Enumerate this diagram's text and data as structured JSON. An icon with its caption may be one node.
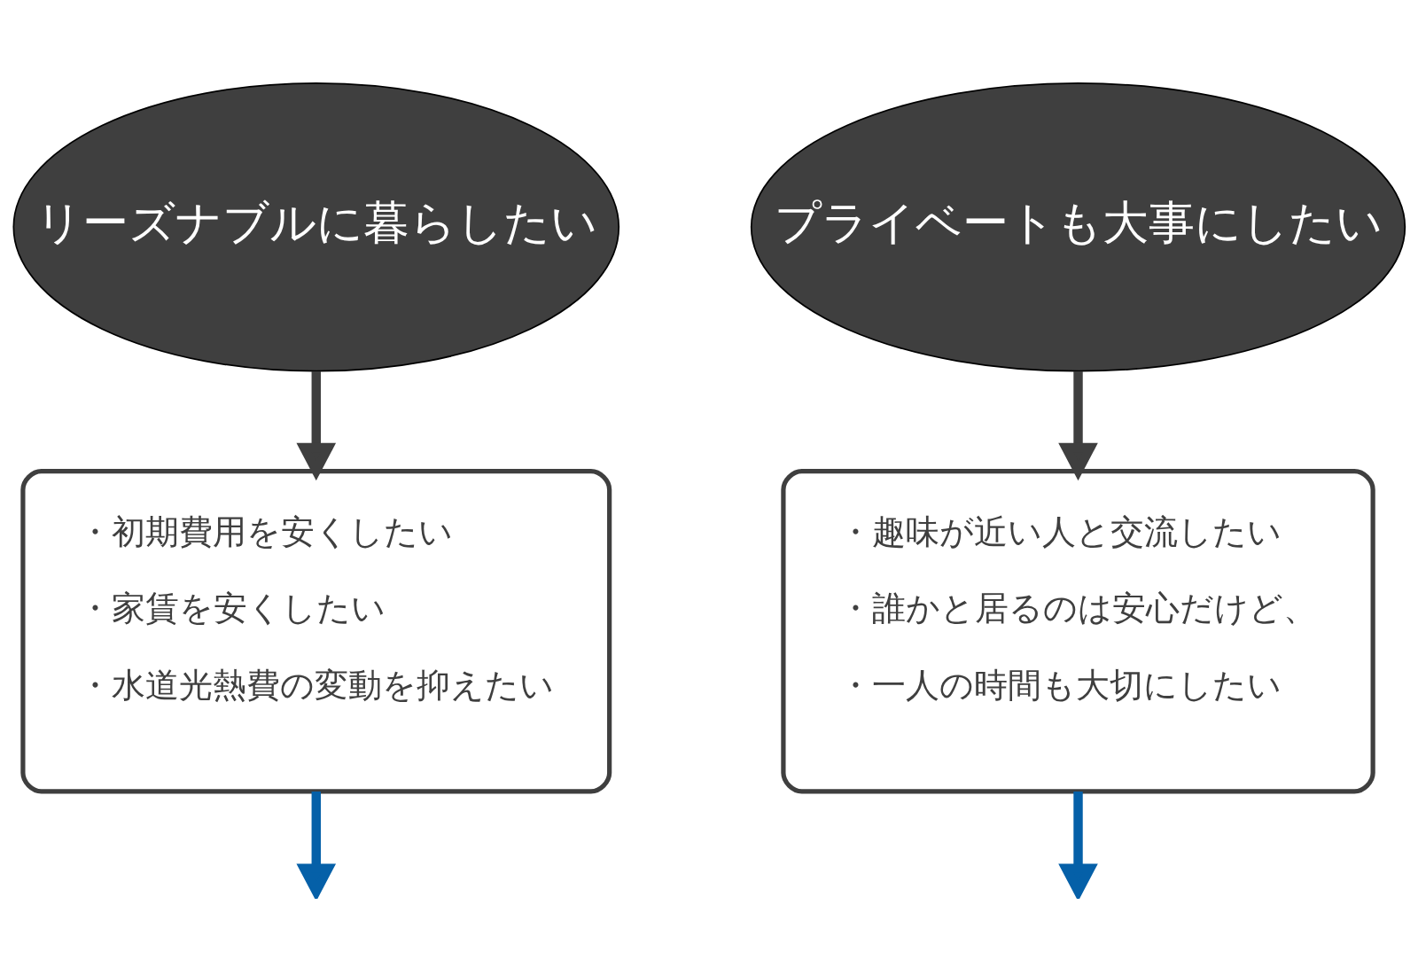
{
  "diagram": {
    "nodes": [
      {
        "text": [
          "リーズナブルに暮らしたい"
        ]
      },
      {
        "text": [
          "プライベートも大事にしたい"
        ]
      },
      {
        "text": [
          "・初期費用を安くしたい",
          "・家賃を安くしたい",
          "・水道光熱費の変動を抑えたい"
        ]
      },
      {
        "text": [
          "・趣味が近い人と交流したい",
          "・誰かと居るのは安心だけど、",
          "・一人の時間も大切にしたい"
        ]
      }
    ],
    "edges": [
      {
        "from": 0,
        "to": 2,
        "arrow": "to"
      },
      {
        "from": 1,
        "to": 3,
        "arrow": "to"
      },
      {
        "from": 2,
        "to": null,
        "arrow": "to",
        "color": "#0560a8"
      },
      {
        "from": 3,
        "to": null,
        "arrow": "to",
        "color": "#0560a8"
      }
    ]
  }
}
